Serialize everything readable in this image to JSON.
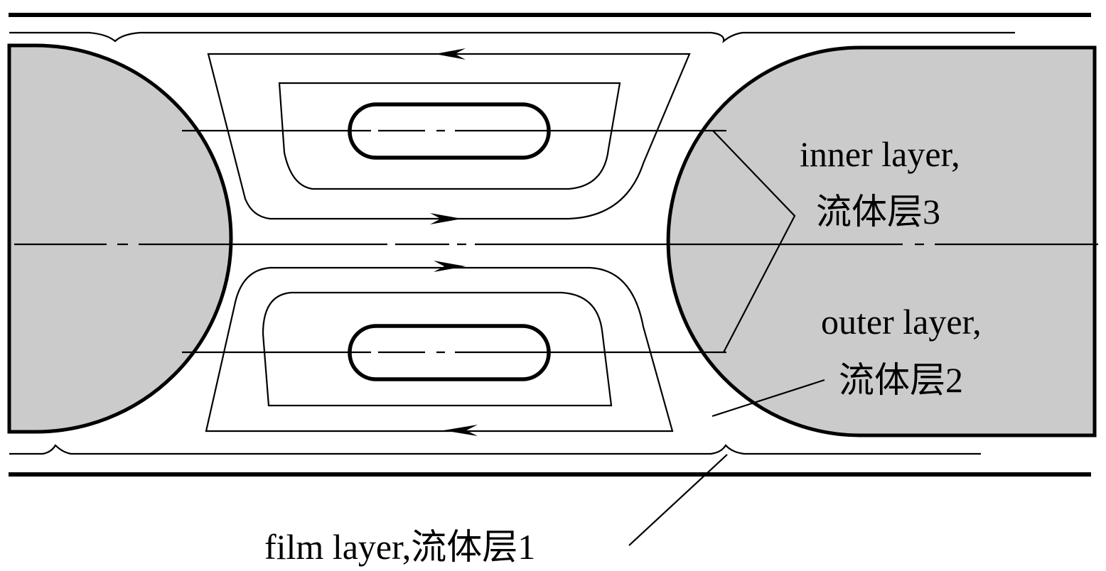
{
  "diagram": {
    "title": "Taylor flow recirculation between two bubbles in a channel",
    "labels": {
      "inner_en": "inner layer,",
      "inner_cn": "流体层3",
      "outer_en": "outer layer,",
      "outer_cn": "流体层2",
      "film": "film layer,流体层1"
    },
    "colors": {
      "bubble_fill": "#cbcbcb",
      "line": "#000000",
      "background": "#ffffff"
    },
    "flow_direction": {
      "outer_streamlines": "left (near wall)",
      "inner_streamlines": "right (near centerline)"
    }
  }
}
